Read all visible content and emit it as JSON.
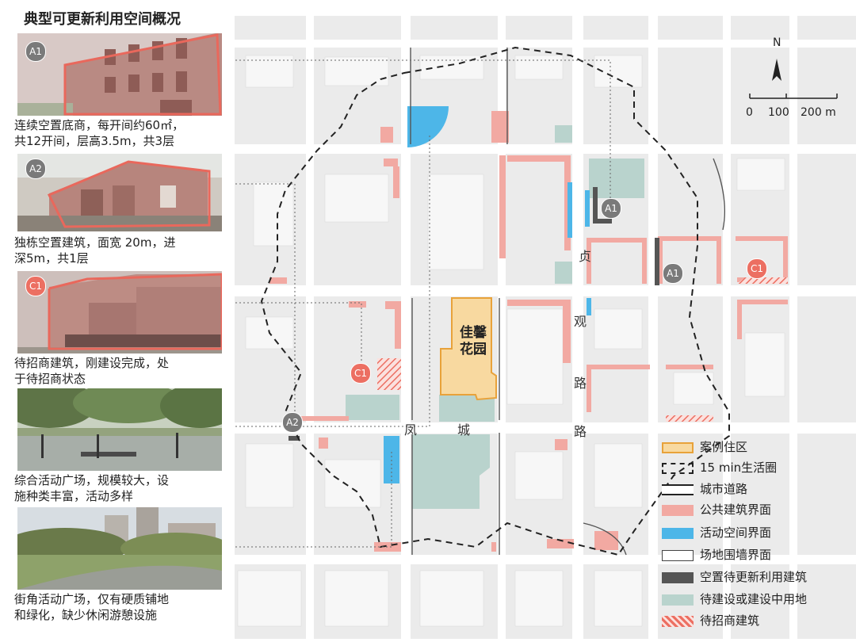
{
  "title": "典型可更新利用空间概况",
  "colors": {
    "public": "#f2a9a2",
    "activity": "#4db6e8",
    "vacant": "#555555",
    "construction": "#b9d3cd",
    "hatch": "#ec6f62",
    "case": "#f8d9a0",
    "case_border": "#e8a23a"
  },
  "panels": [
    {
      "badge": "A1",
      "caption": [
        "连续空置底商，每开间约60㎡，",
        "共12开间，层高3.5m，共3层"
      ]
    },
    {
      "badge": "A2",
      "caption": [
        "独栋空置建筑，面宽 20m，进",
        "深5m，共1层"
      ]
    },
    {
      "badge": "C1",
      "caption": [
        "待招商建筑，刚建设完成，处",
        "于待招商状态"
      ]
    },
    {
      "badge": "",
      "caption": [
        "综合活动广场，规模较大，设",
        "施种类丰富，活动多样"
      ]
    },
    {
      "badge": "",
      "caption": [
        "街角活动广场，仅有硬质铺地",
        "和绿化，缺少休闲游憩设施"
      ]
    }
  ],
  "map": {
    "north": "N",
    "scale": {
      "t0": "0",
      "t1": "100",
      "t2": "200 m"
    },
    "site_label": [
      "佳馨",
      "花园"
    ],
    "road_labels": [
      "贞",
      "观",
      "路",
      "路",
      "凤",
      "城"
    ],
    "markers": [
      {
        "label": "A1",
        "style": "gray"
      },
      {
        "label": "A1",
        "style": "gray"
      },
      {
        "label": "A2",
        "style": "gray"
      },
      {
        "label": "C1",
        "style": "red"
      },
      {
        "label": "C1",
        "style": "red"
      }
    ]
  },
  "legend": [
    {
      "label": "案例住区",
      "icon": "case-area-swatch"
    },
    {
      "label": "15 min生活圈",
      "icon": "dashed-circle-swatch"
    },
    {
      "label": "城市道路",
      "icon": "road-swatch"
    },
    {
      "label": "公共建筑界面",
      "icon": "public-swatch"
    },
    {
      "label": "活动空间界面",
      "icon": "activity-swatch"
    },
    {
      "label": "场地围墙界面",
      "icon": "wall-swatch"
    },
    {
      "label": "空置待更新利用建筑",
      "icon": "vacant-swatch"
    },
    {
      "label": "待建设或建设中用地",
      "icon": "construction-swatch"
    },
    {
      "label": "待招商建筑",
      "icon": "hatch-swatch"
    }
  ]
}
